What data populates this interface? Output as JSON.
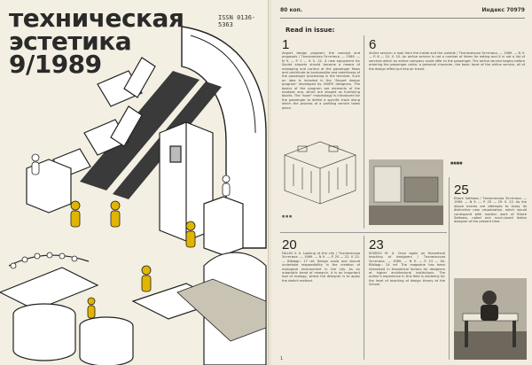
{
  "cover": {
    "title_line1": "техническая",
    "title_line2": "эстетика",
    "title_line3": "9/1989",
    "issn": "ISSN 0136-5363"
  },
  "contents": {
    "header_price": "80 коп.",
    "header_index": "Индекс 70979",
    "read_in_issue": "Read in issue:",
    "entries": [
      {
        "number": "1",
        "text": "Airport design program: the concept and proposals / Техническая Эстетика. — 1989. — N 9. — P. 1 — 9. Il. 22. A new equipment for Soviet airports should become a means of managing and control of the passenger flows and contribute to businesslike and orderliness of the passenger processing in the terminal. Such an idea is included in the \"Airport design program\" developed by VNIITE designers. The basics of the program are elements of the modular one, which are shaped as furnishing blocks. The \"soon\" morphology is introduced for the passenger to define a specific track along which the process of a profiling service takes place."
      },
      {
        "number": "6",
        "text": "Airline service: a look from the inside and the outside / Техническая Эстетика. — 1989. — N 9. — P. 6 — 10. Il. 10. An airline service is not a number of items for eating and it is not a list of services which an airline company could offer to the passenger. The airline service begins before entering the passenger cabin: a personal character, the basic facet of the airline service, all of the design effort put into air travel."
      },
      {
        "number": "20",
        "text": "FALLIN V. A. Looking at the city / Техническая Эстетика. — 1989. — N 9. — P. 20 — 22. Il. 22. — Bibliogr.: 17 ref. Design could and should undertake responsibility in the creation of ecological environment in the city. As an urbanistic trend of research, it is an important tool of ecology, where the designer is to apply the sketch method."
      },
      {
        "number": "23",
        "text": "KOSKOV M. A. Once again on theoretical teaching of designers / Техническая Эстетика. — 1989. — N 9. — P. 23 — 26. Bibliogr.: 24 ref. The magazine has been interested in theoretical factors for designers at higher architectural institutions. The author's experience in this field is evidently for the level of teaching of design theory at the School."
      },
      {
        "number": "25",
        "text": "Ettore Sottsass / Техническая Эстетика. — 1989. — N 9. — P. 25 — 29. Il. 22. As the above events are attempts to study its distinctive new visualization, which would correspond with modern work of Ettore Sottsass, noted and much-loved Italian designer of the present time."
      }
    ],
    "page_number": "1"
  }
}
